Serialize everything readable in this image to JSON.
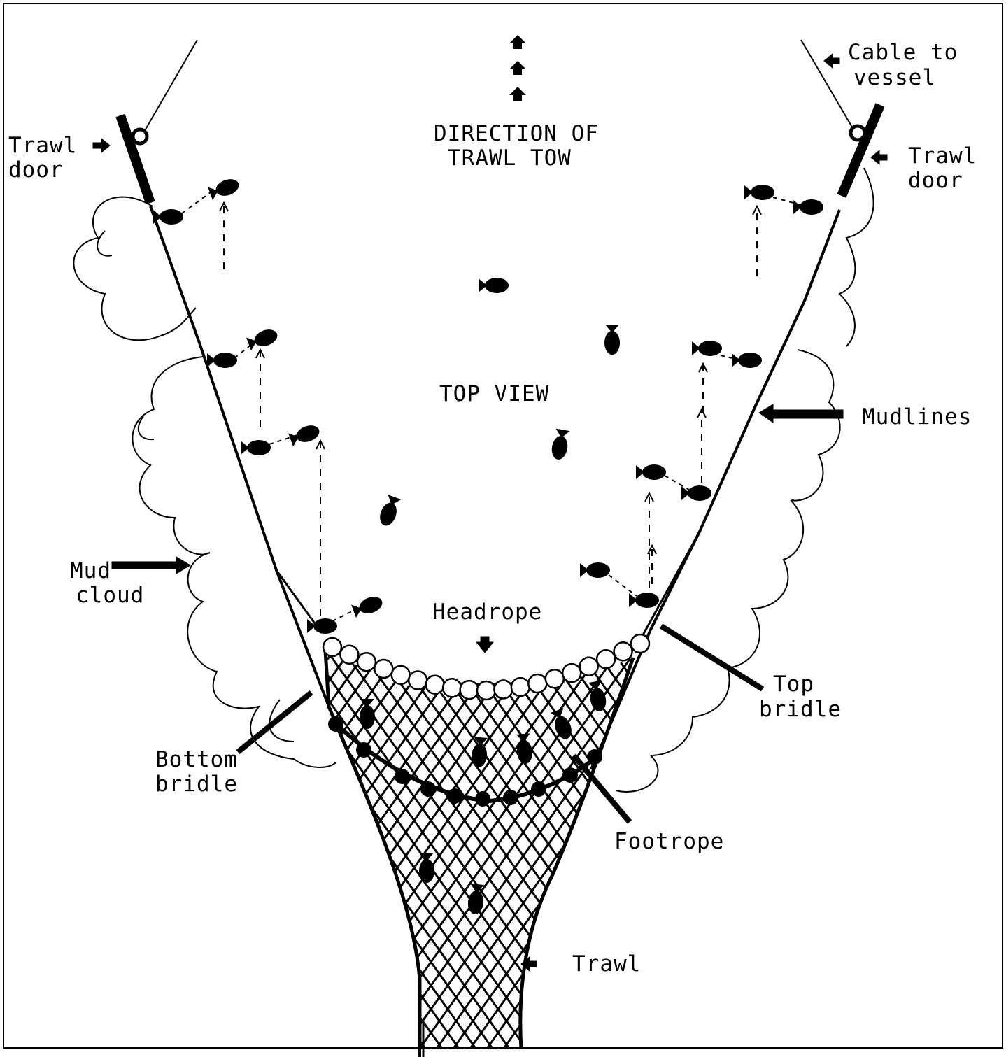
{
  "diagram": {
    "direction_line1": "DIRECTION OF",
    "direction_line2": "TRAWL TOW",
    "view_title": "TOP VIEW",
    "labels": {
      "cable_line1": "Cable to",
      "cable_line2": "vessel",
      "door_left_line1": "Trawl",
      "door_left_line2": "door",
      "door_right_line1": "Trawl",
      "door_right_line2": "door",
      "mudlines": "Mudlines",
      "mud_cloud_line1": "Mud",
      "mud_cloud_line2": "cloud",
      "headrope": "Headrope",
      "top_bridle_line1": "Top",
      "top_bridle_line2": "bridle",
      "bottom_bridle_line1": "Bottom",
      "bottom_bridle_line2": "bridle",
      "footrope": "Footrope",
      "trawl": "Trawl"
    },
    "colors": {
      "ink": "#000000",
      "paper": "#ffffff"
    }
  }
}
